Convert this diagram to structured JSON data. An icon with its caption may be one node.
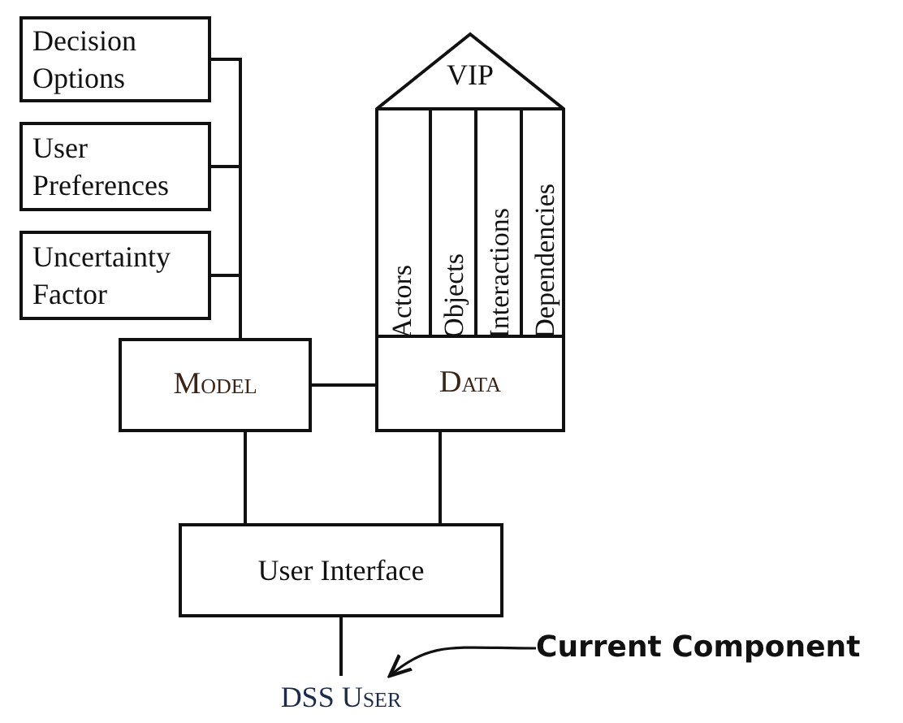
{
  "diagram": {
    "nodes": [
      {
        "text": [
          "Decision Options"
        ]
      },
      {
        "text": [
          "User Preferences"
        ]
      },
      {
        "text": [
          "Uncertainty Factor"
        ]
      },
      {
        "text": [
          "Model"
        ]
      },
      {
        "text": [
          "VIP"
        ]
      },
      {
        "text": [
          "Actors"
        ],
        "in": 4
      },
      {
        "text": [
          "Objects"
        ],
        "in": 4
      },
      {
        "text": [
          "Interactions"
        ],
        "in": 4
      },
      {
        "text": [
          "Dependencies"
        ],
        "in": 4
      },
      {
        "text": [
          "Data"
        ]
      },
      {
        "text": [
          "User Interface"
        ]
      },
      {
        "text": [
          "DSS User"
        ]
      },
      {
        "text": [
          "Current Component"
        ]
      }
    ],
    "edges": [
      {
        "from": 0,
        "to": 3,
        "arrow": "none"
      },
      {
        "from": 1,
        "to": 3,
        "arrow": "none"
      },
      {
        "from": 2,
        "to": 3,
        "arrow": "none"
      },
      {
        "from": 3,
        "to": 9,
        "arrow": "none"
      },
      {
        "from": 3,
        "to": 10,
        "arrow": "none"
      },
      {
        "from": 9,
        "to": 10,
        "arrow": "none"
      },
      {
        "from": 10,
        "to": 11,
        "arrow": "none"
      },
      {
        "from": 12,
        "to": 11,
        "arrow": "to"
      }
    ]
  }
}
